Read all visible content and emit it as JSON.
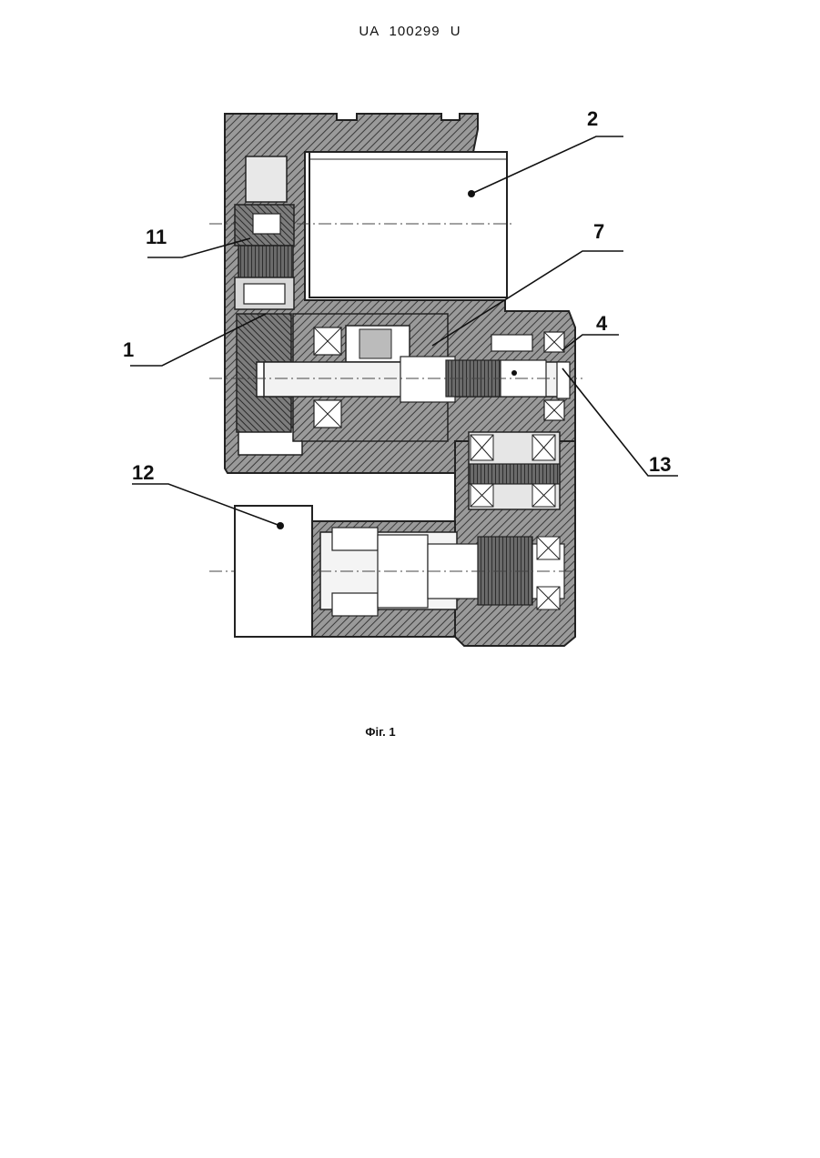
{
  "header": {
    "doc_id": "UA   100299   U"
  },
  "figure": {
    "caption": "Фіг. 1",
    "labels": {
      "l1": "1",
      "l2": "2",
      "l4": "4",
      "l7": "7",
      "l11": "11",
      "l12": "12",
      "l13": "13"
    }
  }
}
